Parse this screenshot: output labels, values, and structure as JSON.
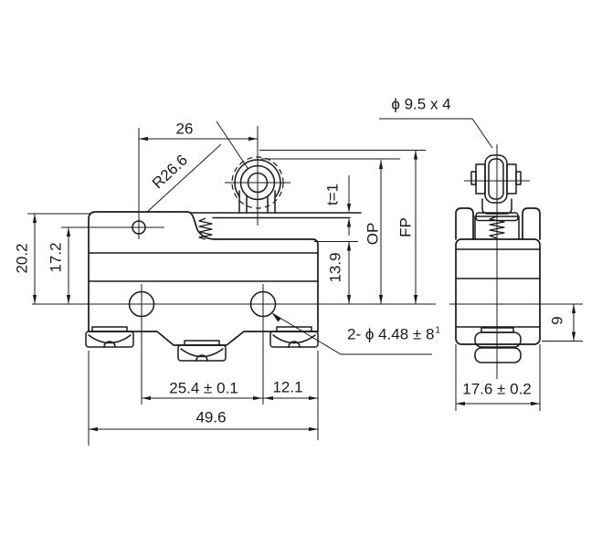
{
  "colors": {
    "line": "#1a1a1a",
    "background": "#ffffff"
  },
  "front_view": {
    "dim_lever_length": "26",
    "dim_radius": "R26.6",
    "dim_lever_thickness": "t=1",
    "dim_operating_position": "OP",
    "dim_free_position": "FP",
    "dim_body_top_to_hole": "13.9",
    "dim_height_total": "20.2",
    "dim_height_hinge": "17.2",
    "dim_hole_spacing": "25.4 ± 0.1",
    "dim_hole_to_edge": "12.1",
    "dim_width_total": "49.6",
    "mounting_hole_spec": "2- ϕ 4.48 ± 8",
    "mounting_hole_spec_sup": "1"
  },
  "side_view": {
    "roller_spec": "ϕ 9.5 x 4",
    "dim_depth": "17.6 ± 0.2",
    "dim_bottom_to_hole": "9"
  }
}
